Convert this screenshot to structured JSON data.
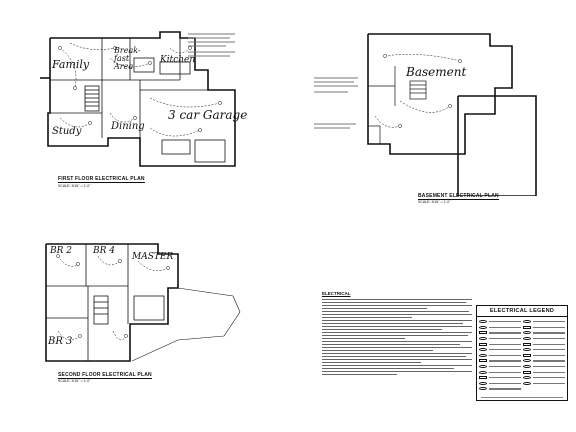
{
  "labels": {
    "family": "Family",
    "breakfast": "Break-fast Area",
    "kitchen": "Kitchen",
    "study": "Study",
    "dining": "Dining",
    "garage": "3 car Garage",
    "basement": "Basement",
    "br2": "BR 2",
    "br4": "BR 4",
    "master": "MASTER",
    "br3": "BR 3"
  },
  "plans": {
    "first_floor": {
      "title": "FIRST FLOOR ELECTRICAL PLAN",
      "scale": "SCALE: 3/16\" = 1'-0\""
    },
    "basement": {
      "title": "BASEMENT ELECTRICAL PLAN",
      "scale": "SCALE: 3/16\" = 1'-0\""
    },
    "second_floor": {
      "title": "SECOND FLOOR ELECTRICAL PLAN",
      "scale": "SCALE: 3/16\" = 1'-0\""
    }
  },
  "notes": {
    "title": "ELECTRICAL"
  },
  "legend": {
    "title": "ELECTRICAL LEGEND"
  },
  "colors": {
    "ink": "#111111",
    "paper": "#ffffff",
    "note_gray": "#777777"
  }
}
